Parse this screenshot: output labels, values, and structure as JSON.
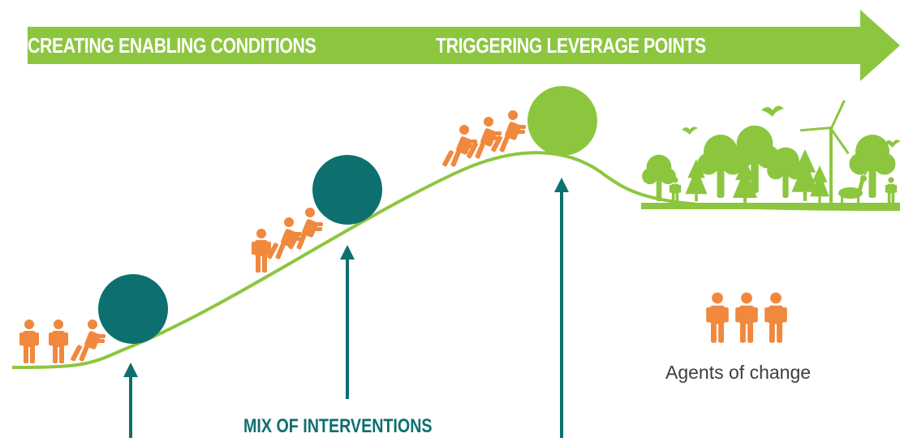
{
  "banner": {
    "stage_1": "CREATING ENABLING CONDITIONS",
    "stage_2": "TRIGGERING LEVERAGE POINTS"
  },
  "labels": {
    "interventions": "MIX OF INTERVENTIONS",
    "agents_legend": "Agents of change"
  },
  "colors": {
    "banner_green": "#8cc63f",
    "hill_green": "#8dc63f",
    "teal": "#0e6f6f",
    "agent_orange": "#f0883e",
    "forest_green": "#8cc63f"
  },
  "icons": {
    "agent": "person-icon",
    "boulder": "boulder-circle",
    "forest": "forest-landscape-icon",
    "wind_turbine": "wind-turbine-icon",
    "bird": "bird-icon",
    "deer": "deer-icon"
  }
}
